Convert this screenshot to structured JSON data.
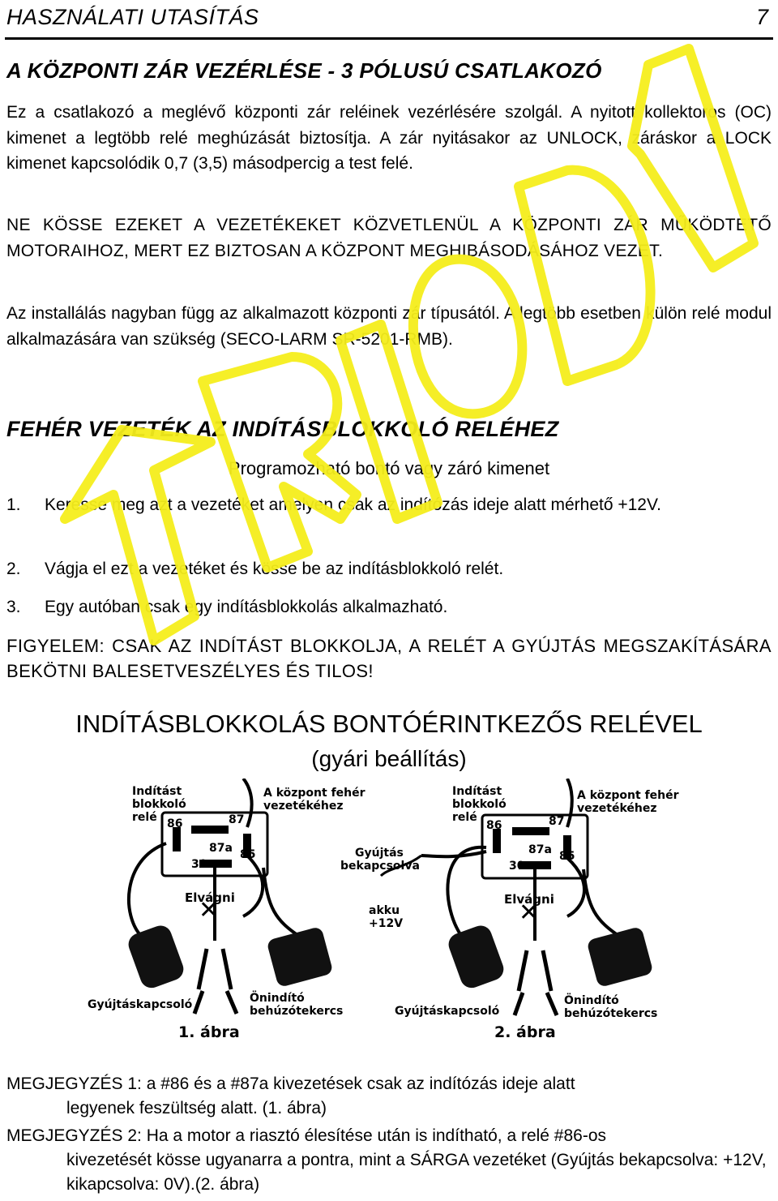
{
  "header": {
    "title": "HASZNÁLATI UTASÍTÁS",
    "page_number": "7"
  },
  "section1": {
    "heading": "A KÖZPONTI ZÁR VEZÉRLÉSE - 3 PÓLUSÚ CSATLAKOZÓ",
    "p1": "Ez a csatlakozó a meglévő központi zár reléinek vezérlésére szolgál. A nyitott kollektoros (OC) kimenet a legtöbb relé meghúzását biztosítja. A zár nyitásakor az UNLOCK, záráskor a LOCK kimenet kapcsolódik 0,7 (3,5) másodpercig a test felé.",
    "p2": "NE KÖSSE EZEKET A VEZETÉKEKET KÖZVETLENÜL A KÖZPONTI ZÁR MŰKÖDTETŐ MOTORAIHOZ, MERT EZ BIZTOSAN A KÖZPONT MEGHIBÁSODÁSÁHOZ VEZET.",
    "p3": "Az installálás nagyban függ az alkalmazott központi zár típusától. A legtöbb esetben külön relé modul alkalmazására van szükség (SECO-LARM SR-5201-RMB)."
  },
  "section2": {
    "heading": "FEHÉR VEZETÉK AZ INDÍTÁSBLOKKOLÓ RELÉHEZ",
    "subheading": "Programozható bontó vagy záró kimenet",
    "steps": [
      {
        "num": "1.",
        "text": "Keresse meg azt a vezetéket amelyen csak az indítózás ideje alatt mérhető +12V."
      },
      {
        "num": "2.",
        "text": "Vágja el ezt a vezetéket és kösse be az indításblokkoló relét."
      },
      {
        "num": "3.",
        "text": "Egy autóban csak egy indításblokkolás alkalmazható."
      }
    ],
    "warning": "FIGYELEM: CSAK AZ INDÍTÁST BLOKKOLJA, A RELÉT A GYÚJTÁS MEGSZAKÍTÁSÁRA BEKÖTNI BALESETVESZÉLYES ÉS TILOS!"
  },
  "section3": {
    "title": "INDÍTÁSBLOKKOLÁS BONTÓÉRINTKEZŐS RELÉVEL",
    "subtitle": "(gyári beállítás)"
  },
  "diagram": {
    "relay_label_l1": "Indítást",
    "relay_label_l2": "blokkoló",
    "relay_label_l3": "relé",
    "white_wire_l1": "A központ fehér",
    "white_wire_l2": "vezetékéhez",
    "pin86": "86",
    "pin87": "87",
    "pin87a": "87a",
    "pin85": "85",
    "pin30": "30",
    "cut": "Elvágni",
    "ignition_on_l1": "Gyújtás",
    "ignition_on_l2": "bekapcsolva",
    "battery_l1": "akku",
    "battery_l2": "+12V",
    "ignition_switch": "Gyújtáskapcsoló",
    "solenoid_l1": "Önindító",
    "solenoid_l2": "behúzótekercs",
    "fig1": "1. ábra",
    "fig2": "2. ábra"
  },
  "notes": {
    "n1_label": "MEGJEGYZÉS 1:",
    "n1_text": " a #86 és a #87a kivezetések csak az indítózás ideje alatt",
    "n1_cont": "legyenek feszültség alatt. (1. ábra)",
    "n2_label": "MEGJEGYZÉS 2:",
    "n2_text": " Ha a motor a riasztó élesítése után is indítható, a relé #86-os",
    "n2_cont": "kivezetését kösse ugyanarra a pontra, mint a SÁRGA vezetéket (Gyújtás bekapcsolva: +12V, kikapcsolva: 0V).(2. ábra)"
  },
  "watermark": {
    "color": "#f5ee1c"
  }
}
